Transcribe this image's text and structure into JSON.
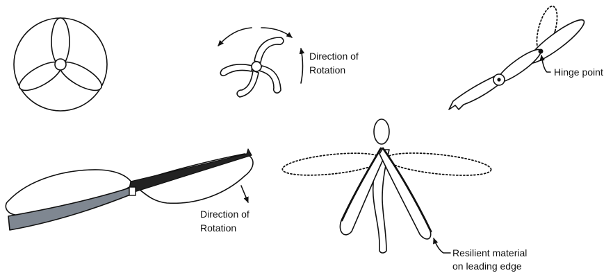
{
  "labels": {
    "direction_top_line1": "Direction of",
    "direction_top_line2": "Rotation",
    "hinge_point": "Hinge point",
    "direction_bottom_line1": "Direction of",
    "direction_bottom_line2": "Rotation",
    "resilient_line1": "Resilient material",
    "resilient_line2": "on leading edge"
  },
  "colors": {
    "stroke": "#111111",
    "blade_fill": "#ffffff",
    "leading_edge_fill": "#7f8791"
  }
}
